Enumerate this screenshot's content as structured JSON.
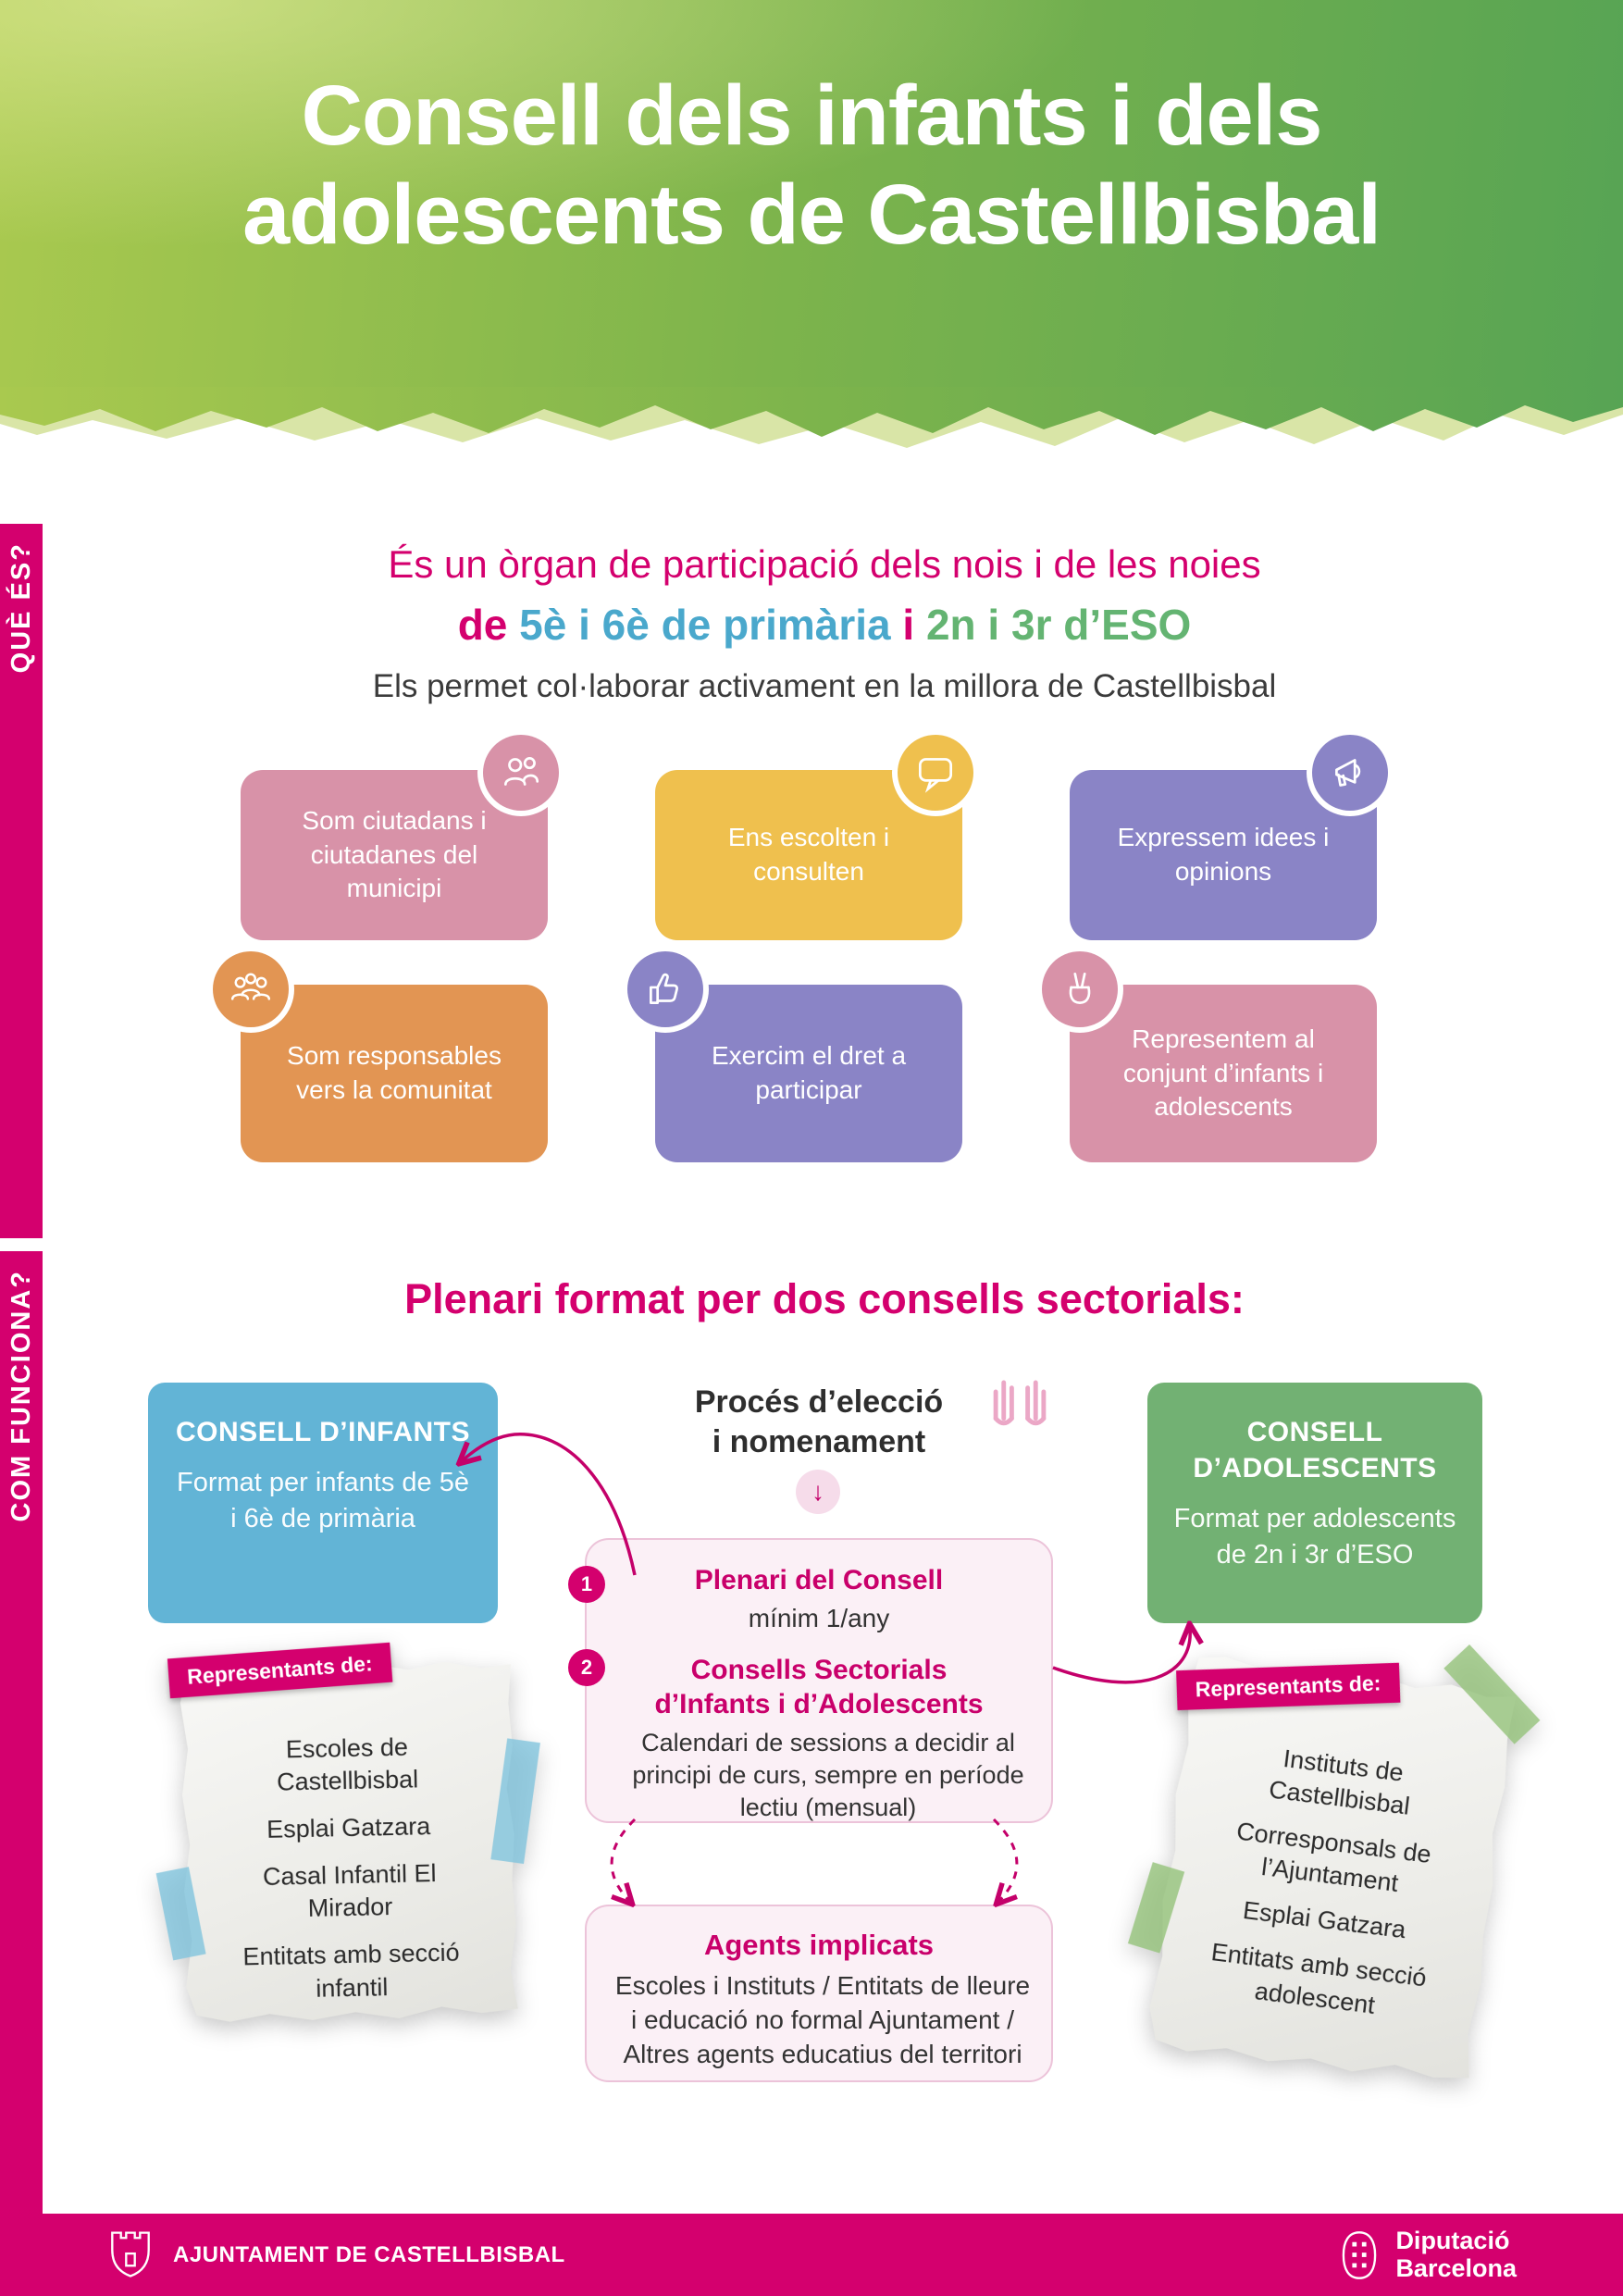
{
  "header": {
    "title_line1": "Consell dels infants i dels",
    "title_line2": "adolescents de Castellbisbal"
  },
  "sidebar": {
    "que_es": "QUÈ ÉS?",
    "com_funciona": "COM FUNCIONA?"
  },
  "intro": {
    "line1": "És un òrgan de participació dels nois i de les noies",
    "line2_part1": "de ",
    "line2_primary": "5è i 6è de primària",
    "line2_part2": " i ",
    "line2_eso": "2n i 3r d’ESO",
    "line3": "Els permet col·laborar activament en la millora de Castellbisbal"
  },
  "cards": [
    {
      "label": "Som ciutadans i ciutadanes del municipi",
      "icon": "citizens-icon"
    },
    {
      "label": "Ens escolten i consulten",
      "icon": "speech-bubble-icon"
    },
    {
      "label": "Expressem idees i opinions",
      "icon": "megaphone-icon"
    },
    {
      "label": "Som responsables vers la comunitat",
      "icon": "community-icon"
    },
    {
      "label": "Exercim el dret a participar",
      "icon": "thumbs-up-icon"
    },
    {
      "label": "Representem al conjunt d’infants i adolescents",
      "icon": "peace-hand-icon"
    }
  ],
  "plenari": {
    "heading": "Plenari format per dos consells sectorials:",
    "infants": {
      "title": "CONSELL D’INFANTS",
      "subtitle": "Format per infants de 5è i 6è de primària"
    },
    "adolescents": {
      "title": "CONSELL D’ADOLESCENTS",
      "subtitle": "Format per adolescents de 2n i 3r d’ESO"
    },
    "process": {
      "line1": "Procés d’elecció",
      "line2": "i nomenament",
      "arrow_glyph": "↓"
    },
    "steps": [
      {
        "num": "1",
        "title": "Plenari del Consell",
        "body": "mínim 1/any"
      },
      {
        "num": "2",
        "title": "Consells Sectorials d’Infants i d’Adolescents",
        "body": "Calendari de sessions a decidir al principi de curs, sempre en període lectiu (mensual)"
      }
    ],
    "agents": {
      "title": "Agents implicats",
      "body": "Escoles i Instituts / Entitats de lleure i educació no formal Ajuntament / Altres agents educatius del territori"
    },
    "note_left": {
      "label": "Representants de:",
      "items": [
        "Escoles de Castellbisbal",
        "Esplai Gatzara",
        "Casal Infantil El Mirador",
        "Entitats amb secció infantil"
      ]
    },
    "note_right": {
      "label": "Representants de:",
      "items": [
        "Instituts de Castellbisbal",
        "Corresponsals de l’Ajuntament",
        "Esplai Gatzara",
        "Entitats amb secció adolescent"
      ]
    }
  },
  "footer": {
    "ajuntament": "AJUNTAMENT DE CASTELLBISBAL",
    "diputacio_line1": "Diputació",
    "diputacio_line2": "Barcelona"
  },
  "colors": {
    "magenta": "#d4006e",
    "header_green_light": "#a9c94f",
    "header_green_dark": "#57a454",
    "card_pink": "#d892a8",
    "card_yellow": "#efc04e",
    "card_purple": "#8a84c6",
    "card_orange": "#e29553",
    "box_blue": "#62b4d6",
    "box_green": "#72b173",
    "panel_pink_bg": "#fbf0f6",
    "tape_blue": "#7dc3dc",
    "tape_green": "#96c37d"
  }
}
